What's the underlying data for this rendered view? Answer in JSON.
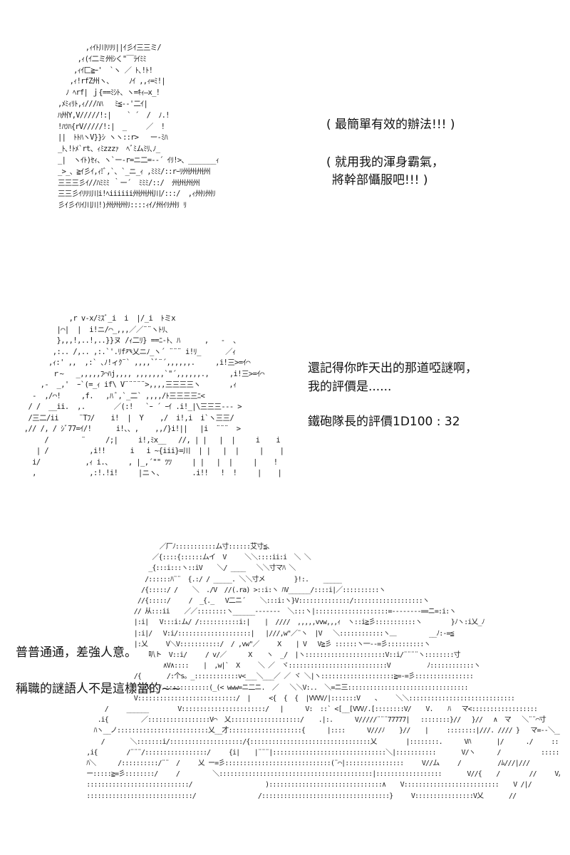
{
  "panels": [
    {
      "art": "         ,ｨｲﾄ川ﾘﾘﾘ||ｲ彡ｲ三三ミ/\n       ,ｨ(ｲ二ミ州ｼく\"￣ﾗｲﾐﾐ\n      ,ｨｲ匚≧ｰ'  `ヽ ／ ﾄ､!ﾄ!\n     ,ｨ!rfZ州ヽ、    ﾉｲ ,,ｨ=ﾐ!|\n    ﾉ ﾍrf| ｊ{==ﾐｼﾄ、ヽ=ｷｨ―x_!\n  ,ﾒﾐｨﾘﾄ,ｨ///ﾊﾊ   ﾐ≦-‐'二ｲ|\n  ﾊ州Y,V/////!:|    ` ´  /  ﾉ.!\n  !ﾊﾂﾊ{rV/////!:|  _     ／  !\n  ||  ﾄﾄﾊヽV}}ｼ ヽヽ::r>   ー-ﾐﾊ\n  _ﾄ､!ﾄﾒ`rt、ｨﾐzzzｧ  ﾍﾞﾐムﾐﾘ､ﾉ_\n  _|  ヽｲﾄ)ｾｨ、ヽ`ー-r=ニ二=--´ ｲﾘ!>、_______ｨ\n  _>_、≧ｲ彡ｲ,ｨ!ﾞ,`、`_ニ_ｨ ,ﾐﾐﾐ/::rｰﾘ州州州州\n  三三三彡ｲ//ﾊﾐﾐﾐ ｀ー´  ﾐﾐﾐ/::/  州州州州\n  三三彡ｲﾘﾘﾘ川i!ﾍiiiiii州州州川/:::/  ,ｨ州ﾘ州ﾘ\n  彡ｲ彡ｲﾘｲ川川!)州州州ﾘ::::ｨｲ/州ｲﾘ州ﾘ ﾘ",
      "dialogue": [
        "( 最簡單有效的辦法!!! )",
        "( 就用我的渾身霸氣，",
        "將幹部懾服吧!!! )"
      ]
    },
    {
      "art": "            ,r v-x/ﾐｽﾞ_i  i  |/_i  ﾄミx\n         |⌒|  |  i!ニ/⌒_,,,／／¨¨ヽﾄﾘ、\n         },,,!,..!,..}}ヌ /ｨ二ﾘ} ==ﾆ-ﾄ、ﾊ      ,   -  、\n        ,:.. /,.. ,:.`'.ﾘf癶乂ニﾉ_ヽ´ ¨¨¨ i!ﾘ_      ／ｨ\n       ,ｨ:' ,,  ,:` ､ﾉ!ィｸ¨` ,,,,`ﾞ¨´,,,,,,.     ,i!三>=ｲ⌒\n        ｒ~   _,,,,,ﾌ⌒ﾊj,,,, ,,,,,,,`\"´,,,,,,.,     ,i!三>=ｲ⌒\n     ,-  _,'  ｰ`(=_ｨ if\\ V¨¨¨¨¨>,,,,三三三三ヽ       ,ｨ\n   -  ,/⌒!     ,f.   ,ﾊ ﾞ,`_二` ,,,,/ﾄ三三三三ﾆ<\n  / /  __ii.  ,.       ／(:!   `ｰ ´ ｰｲ .i!_|\\三三三--- >\n  /三二/ii     ¨Tﾌ/    i!  |  Y    ,/  i!,i  i`ヽ三三/\n ,// /, / ｼﾞ77=ｲ/!      i!、、,    ,,/}i!||   |i  ¨¨¨  >\n      /        ¨     /;|     i!,ﾐx__   //, | |   |  |     i    i\n    | /          ,i!!      i   i ~{iii}=川  | |   |  |     |    |\n   i/           ,ｨ i.、    , |_,´\"\" ﾂﾂ     | |   |  |     |    !\n   ,             ,:!.!i!     |ニヽ、       .i!!   !  !     |    |",
      "dialogue": [
        "還記得你昨天出的那道啞謎啊，",
        "我的評價是......",
        "鐵砲隊長的評價1D100 : 32"
      ]
    },
    {
      "art": "                              ／厂ﾉ:::::::::::ム寸::::::艾寸≦、\n                            ／{::::{::::::ムイ  V     ＼＼::::ii:i  ＼ ＼\n                           _{:::i:::ヽ::iV    ＼/ ____   ＼＼寸マﾊ ＼\n                          /::::::ﾊ¨¨  {.:/ / _____. ＼＼寸メ        }!:.    _____\n                         /{:::::/ /    ＼  ./V  //(.ra) >::i:ヽ ﾊV______/::::i|／::::::::::ヽ\n                        //{:::::/     /  _{._   V二ニ´    ＼:::i:ヽ}V::::::::::::::/:::::::::::::::::::ヽ\n                       // 从:::ii    ／／::::::::ヽ______---‐‐‐-  ＼:::ヽ|::::::::::::::::::::=--‐‐‐‐‐-==ニ=:i:ヽ\n                       |:i|   V:::i:ム/ /:::::::::::i:|    |  ////  ,,,,,vvw,,,ｨ  ヽ::i≧彡:::::::::::ヽ        }ﾉヽ:i乂_ﾉ\n                       |:i|/   V:i/::::::::::::::::::::|   |///,w\"／¨ヽ  |V   ＼::::::::::::ヽ＿         __ﾉ:-=≦\n                       |:乂     V＼V:::::::::::/  / ,vw\"／     X    | V   V≧彡 ::::::ヽ一--=彡::::::::::ヽ\n                           叭ト  V::i/     / v/／      X    ヽ  _/  |ヽ::::::::::::::::::::::V::i/¨¨¨¨ヽ::::::::寸\n                               ∧V∧::::    |  ,w|`  X     ＼ ／  ヾ:::::::::::::::::::::::::::V          ﾉ::::::::::::ヽ\n                       /{       /:个s。_::::::::::::v<___＼___／ ／ ヾ ＼|ヽ::::::::::::::::::::≧=-=彡::::::::::::::::\n                       |:i乂__ﾉ ::::::::::::(_(< www=ニ二ニ.  ／   ＼＼V:..  ＼=ニ三:::::::::::::::::::::::::::::::::\n                       V:::::::::::::::::::::::::::/  |     <{  {  {  |VVVV/|:::::::V    、    ＼＼:::::::::::::::::::::::::::::\n               /     ______        V:::::::::::::::::::::::/   |      V:  ::` <[__[VVV/.[::::::::V/    V.    ﾊ   マ<::::::::::::::::::\n             .i{         ／:::::::::::::::::V⌒  乂:::::::::::::::::::/    .|:.      V/////¨¨¨77777|   ::::::::}//   }//   ∧  マ   ＼¨¨⌒寸\n            ﾊヽ__ノ:::::::::::::::::::::::::乂__才::::::::::::::::::::{      |::::      V///ﾉ    }//    |     ::::::::|///. //// }   マ=--＼__\n              /       ＼:::::::i/::::::::::::::::::::/{:::::::::::::::::::::::::::::::::乂        |::::::::.      Vﾊ       |/      ./     ::::::::|//. |///            マ\n          ,i{        /¨¨¨/:::::::::::::::::/     {i|    |¨¨¨|:::::::::::::::::::::::::::::::＼|:::::::::::       V/ヽ      /           ::::::::ﾑ//   |///\n          ﾊ＼      /::::::::::/¨¨  /     乂 ー=彡:::::::::::::::::::::::::::::(¨⌒|::::::::::::::::     V//ム     /          /ﾑ///|///          /{\n          ー:::::≧=彡::::::::/     /         ＼::::::::::::::::::::::::::::::::::::::::::|::::::::::::::::::       V//{    /        //     V/.|///       /∧\n          ::::::::::::::::::::::::::::/                    ):::::::::::::::::::::::::::::::∧    V::::::::::::::::::::::::::    V /|/        //      }/ |///     ///}\n          :::::::::::::::::::::::::::::/                 /:::::::::::::::::::::::::::::::::::}     V::::::::::::::::V乂       //            |/////      ,///:{",
      "dialogue": [
        "普普通通，差強人意。",
        "稱職的謎語人不是這樣當的~~"
      ]
    }
  ]
}
